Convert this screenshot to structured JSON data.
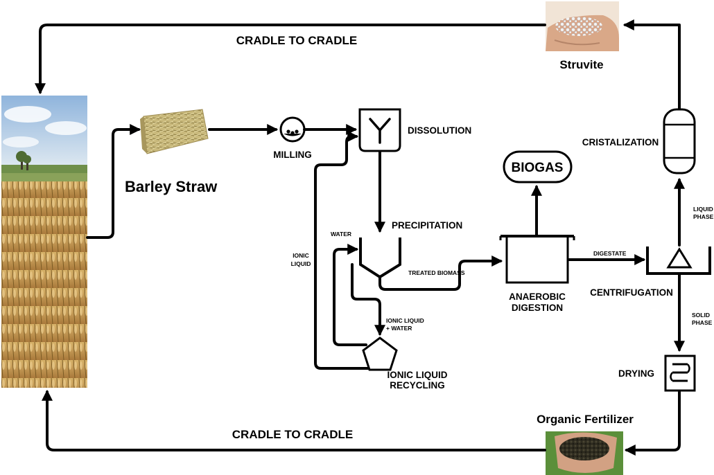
{
  "labels": {
    "cradle_top": "CRADLE TO CRADLE",
    "cradle_bottom": "CRADLE TO CRADLE",
    "struvite": "Struvite",
    "barley_straw": "Barley Straw",
    "milling": "MILLING",
    "dissolution": "DISSOLUTION",
    "precipitation": "PRECIPITATION",
    "water": "WATER",
    "treated_biomass": "TREATED BIOMASS",
    "ionic_liquid_1": "IONIC",
    "ionic_liquid_2": "LIQUID",
    "il_water_1": "IONIC LIQUID",
    "il_water_2": "+ WATER",
    "il_recycling_1": "IONIC LIQUID",
    "il_recycling_2": "RECYCLING",
    "biogas": "BIOGAS",
    "anaerobic_1": "ANAEROBIC",
    "anaerobic_2": "DIGESTION",
    "digestate": "DIGESTATE",
    "centrifugation": "CENTRIFUGATION",
    "cristalization": "CRISTALIZATION",
    "liquid_phase_1": "LIQUID",
    "liquid_phase_2": "PHASE",
    "solid_phase_1": "SOLID",
    "solid_phase_2": "PHASE",
    "drying": "DRYING",
    "organic_fertilizer": "Organic Fertilizer"
  },
  "colors": {
    "line": "#000000",
    "sky": "#a9c7e6",
    "wheat": "#c9a15a",
    "straw": "#c8b77a",
    "granule": "#e6e6e6",
    "hand": "#d9a888",
    "fertilizer": "#3a3a2a",
    "grass": "#5b8f3a"
  },
  "icons": [
    "barley-field-photo",
    "hay-bale-photo",
    "struvite-hand-photo",
    "organic-fertilizer-photo"
  ]
}
